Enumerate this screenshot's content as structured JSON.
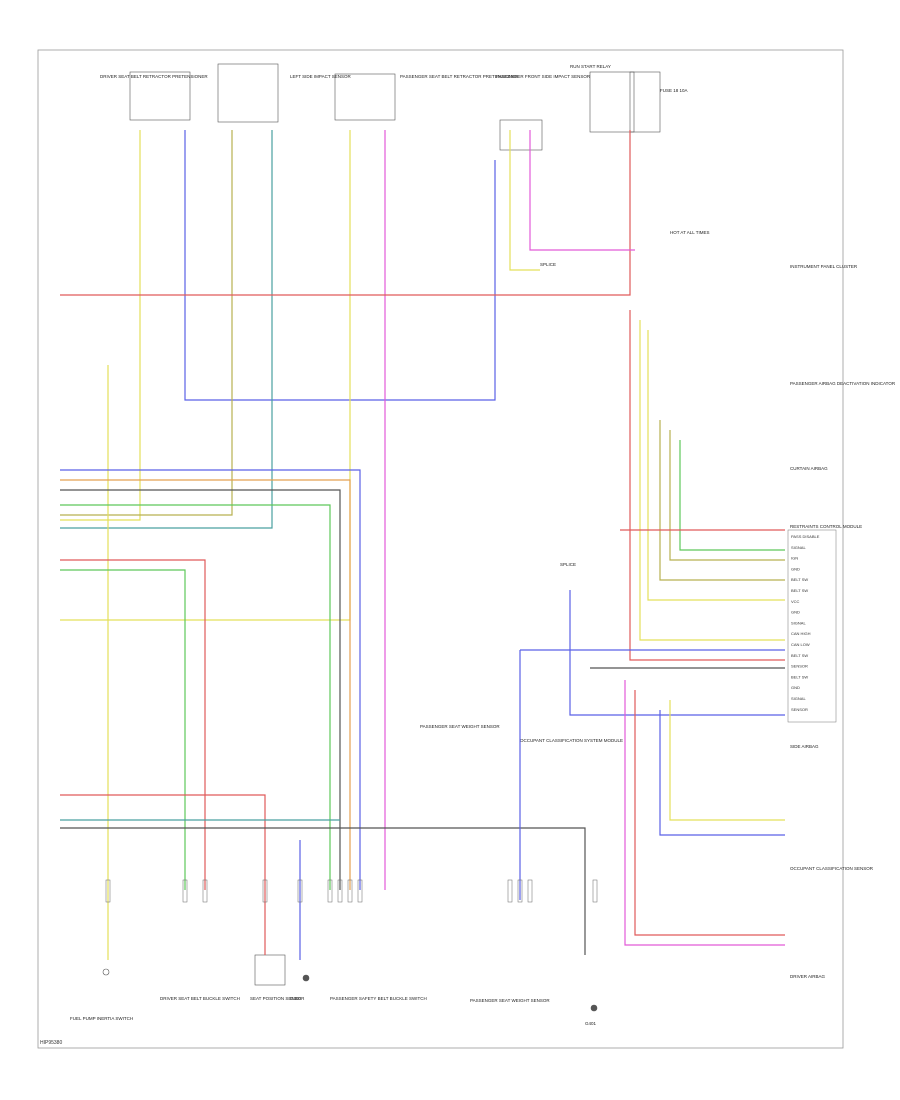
{
  "diagram": {
    "footer_code": "HIP95380",
    "components": {
      "drv_belt_sensor": "DRIVER SEAT BELT RETRACTOR PRETENSIONER",
      "pass_belt_sensor": "PASSENGER SEAT BELT RETRACTOR PRETENSIONER",
      "pass_side_sensor": "PASSENGER FRONT SIDE IMPACT SENSOR",
      "lh_upper": "LEFT SIDE IMPACT SENSOR",
      "ignition_relay": "RUN START RELAY",
      "fuse": "FUSE 18 10A",
      "ground": "G401",
      "occupant_pass": "PASSENGER SEAT WEIGHT SENSOR",
      "occupant_ctrl": "OCCUPANT CLASSIFICATION SYSTEM MODULE",
      "seat_pos": "SEAT POSITION SENSOR",
      "pass_belt_bottom": "PASSENGER SAFETY BELT BUCKLE SWITCH",
      "drv_buckle": "DRIVER SEAT BELT BUCKLE SWITCH",
      "splice_fuel": "FUEL PUMP INERTIA SWITCH",
      "seat_ground": "G300",
      "hot_run": "HOT AT ALL TIMES",
      "splice_a": "SPLICE",
      "splice_b": "SPLICE"
    },
    "connector_groups": [
      "INSTRUMENT PANEL CLUSTER",
      "RESTRAINTS CONTROL MODULE",
      "PASSENGER AIRBAG DEACTIVATION INDICATOR",
      "CURTAIN AIRBAG",
      "SIDE AIRBAG",
      "OCCUPANT CLASSIFICATION SENSOR",
      "DRIVER AIRBAG"
    ],
    "rcm_pins": [
      "PASS DISABLE",
      "SIGNAL",
      "IGN",
      "GND",
      "BELT SW",
      "BELT SW",
      "VCC",
      "GND",
      "SIGNAL",
      "CAN HIGH",
      "CAN LOW",
      "BELT SW",
      "SENSOR",
      "BELT SW",
      "GND",
      "SIGNAL",
      "SENSOR"
    ],
    "wire_colors": {
      "yellow": "#e4e05a",
      "blue": "#5a62e6",
      "pink": "#e25ad8",
      "red": "#e05a5a",
      "green": "#5ec85a",
      "teal": "#4aa0a0",
      "olive": "#b8b050",
      "gray": "#555555",
      "orange": "#e4a050"
    }
  }
}
